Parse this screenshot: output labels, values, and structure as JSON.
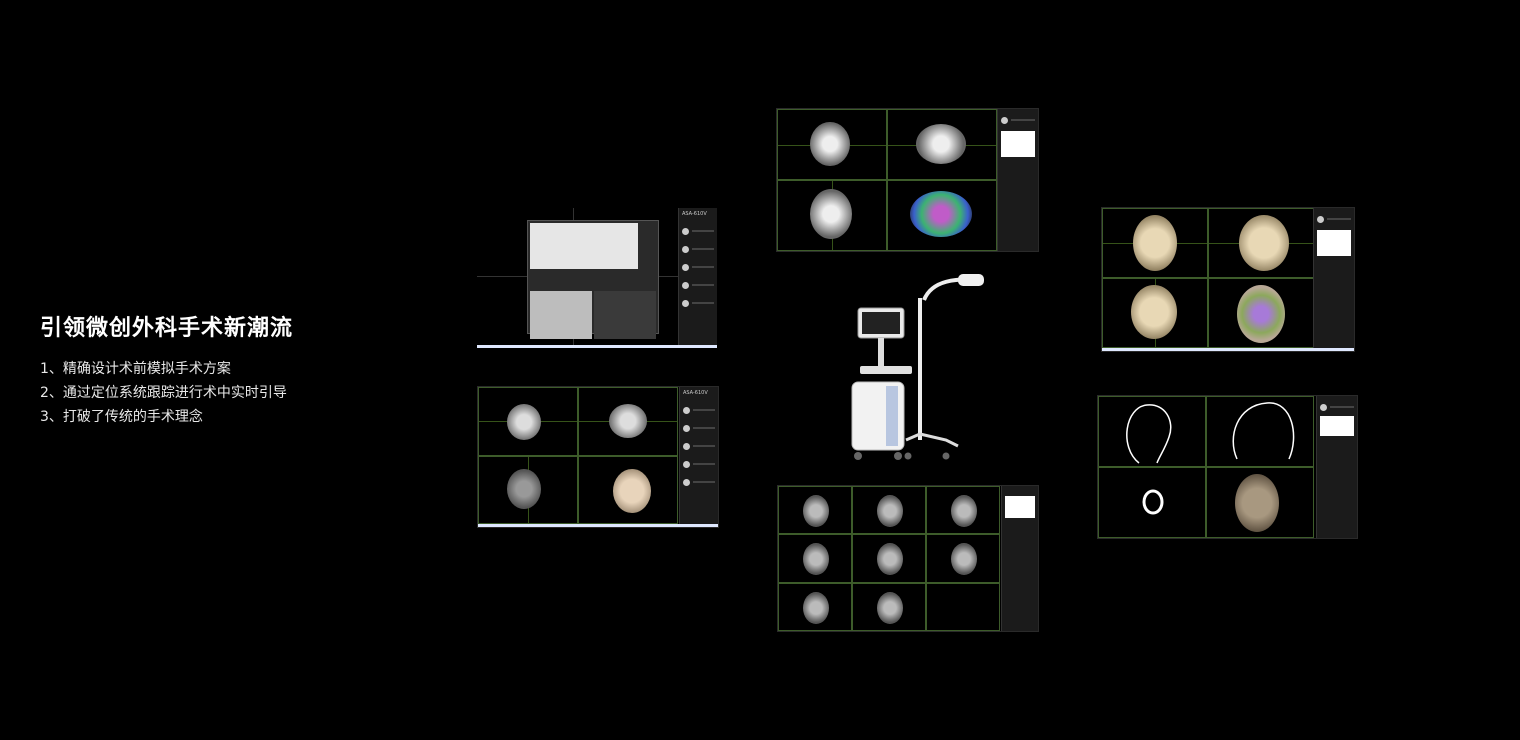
{
  "headline": "引领微创外科手术新潮流",
  "features": [
    "1、精确设计术前模拟手术方案",
    "2、通过定位系统跟踪进行术中实时引导",
    "3、打破了传统的手术理念"
  ],
  "colors": {
    "background": "#000000",
    "text": "#ffffff",
    "crosshair": "#5a8a2a",
    "taskbar": "#dfe8ff"
  },
  "screens": [
    {
      "id": "patient-list",
      "sidebar_title": "ASA-610V"
    },
    {
      "id": "ct-views",
      "sidebar_title": "ASA-610V"
    },
    {
      "id": "mri-fusion"
    },
    {
      "id": "mri-head-3d"
    },
    {
      "id": "slice-matrix"
    },
    {
      "id": "contour-plan"
    }
  ],
  "icons": {
    "sidebar_tool": "circle-tool-icon",
    "logo": "brain-logo-icon"
  }
}
